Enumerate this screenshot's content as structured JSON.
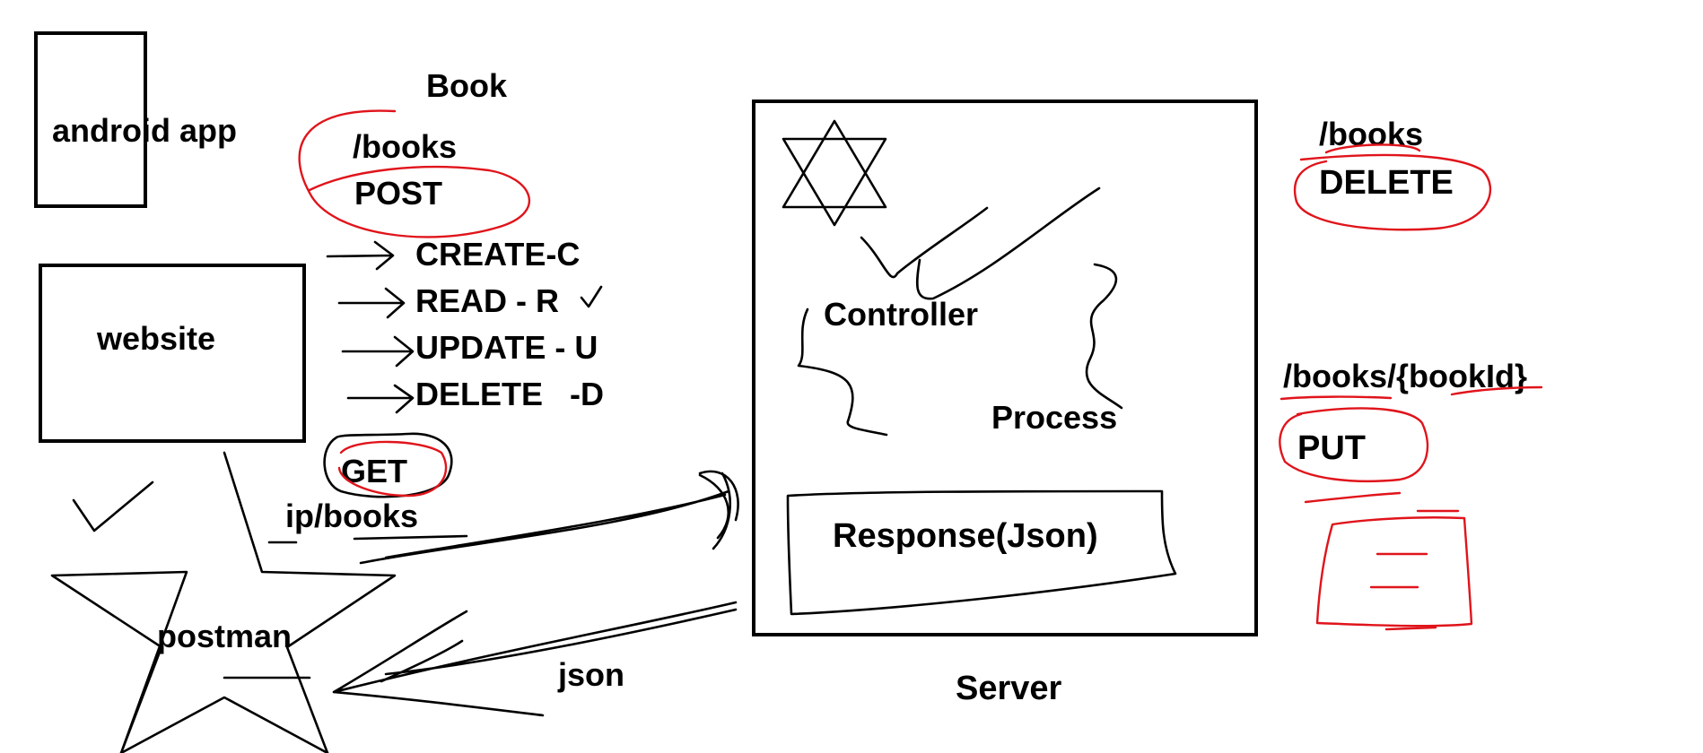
{
  "clients": {
    "android": "android app",
    "website": "website",
    "postman": "postman"
  },
  "api": {
    "resource": "Book",
    "path": "/books",
    "post": "POST",
    "crud": [
      "CREATE-C",
      "READ - R",
      "UPDATE - U",
      "DELETE   -D"
    ],
    "get": "GET",
    "get_path": "ip/books",
    "json_label": "json"
  },
  "server": {
    "controller": "Controller",
    "process": "Process",
    "response": "Response(Json)",
    "label": "Server"
  },
  "right": {
    "books_path": "/books",
    "delete": "DELETE",
    "books_id_path": "/books/{bookId}",
    "put": "PUT"
  },
  "colors": {
    "ink": "#000000",
    "annotation": "#e0141b",
    "background": "#ffffff"
  }
}
